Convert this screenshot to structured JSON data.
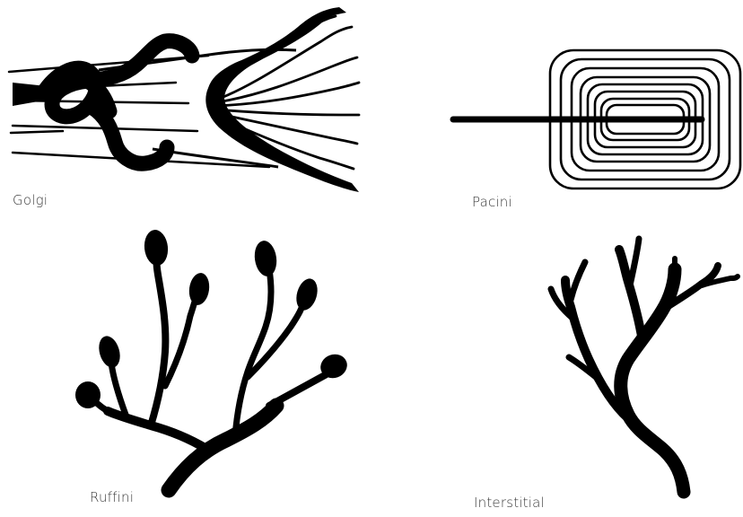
{
  "figure": {
    "background": "#ffffff",
    "ink_color": "#000000",
    "caption_color": "#3a3a3a"
  },
  "receptors": {
    "golgi": {
      "label": "Golgi",
      "icon": "golgi-tendon-organ-icon"
    },
    "pacini": {
      "label": "Pacini",
      "icon": "pacinian-corpuscle-icon"
    },
    "ruffini": {
      "label": "Ruffini",
      "icon": "ruffini-ending-icon"
    },
    "interstitial": {
      "label": "Interstitial",
      "icon": "interstitial-ending-icon"
    }
  }
}
